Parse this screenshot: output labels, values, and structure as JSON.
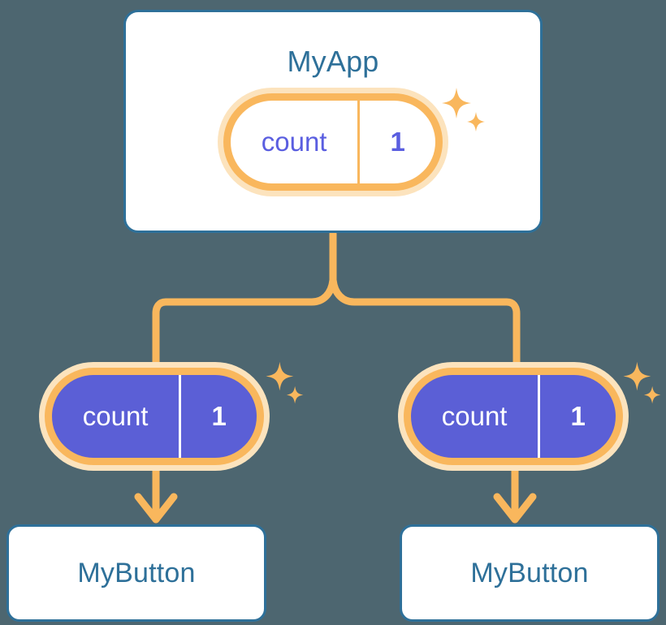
{
  "background_color": "#4d6670",
  "palette": {
    "card_border_blue": "#2e7099",
    "title_blue": "#2e7099",
    "signal_orange": "#f9b75d",
    "signal_halo": "#fce3bd",
    "indigo": "#5b5fd6",
    "indigo_text": "#5a5ee0",
    "white": "#ffffff"
  },
  "app_card": {
    "title": "MyApp",
    "signal": {
      "name": "count",
      "value": "1",
      "sparkle_large_icon": "sparkle-icon",
      "sparkle_small_icon": "sparkle-icon"
    }
  },
  "branches": [
    {
      "signal": {
        "name": "count",
        "value": "1",
        "sparkle_large_icon": "sparkle-icon",
        "sparkle_small_icon": "sparkle-icon"
      },
      "button": {
        "label": "MyButton"
      }
    },
    {
      "signal": {
        "name": "count",
        "value": "1",
        "sparkle_large_icon": "sparkle-icon",
        "sparkle_small_icon": "sparkle-icon"
      },
      "button": {
        "label": "MyButton"
      }
    }
  ],
  "connectors": {
    "split_icon": "branch-split-connector",
    "arrow_icon": "arrow-down-icon"
  }
}
